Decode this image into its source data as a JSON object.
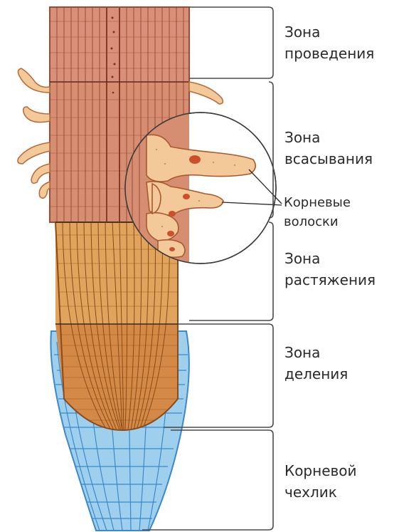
{
  "zones": [
    {
      "id": "conduction",
      "label": "Зона\nпроведения"
    },
    {
      "id": "absorption",
      "label": "Зона\nвсасывания"
    },
    {
      "id": "elongation",
      "label": "Зона\nрастяжения"
    },
    {
      "id": "division",
      "label": "Зона\nделения"
    },
    {
      "id": "root-cap",
      "label": "Корневой\nчехлик"
    }
  ],
  "callout": {
    "label": "Корневые\nволоски"
  },
  "colors": {
    "conduction": "#d9907a",
    "absorption": "#d58e72",
    "elongation": "#e0a45d",
    "division": "#d48a46",
    "root_cap": "#9ed0ee",
    "cap_lines": "#3c88c8",
    "bracket": "#4a4a4a",
    "hair": "#f3c99a",
    "nucleus": "#cc4e2a"
  }
}
